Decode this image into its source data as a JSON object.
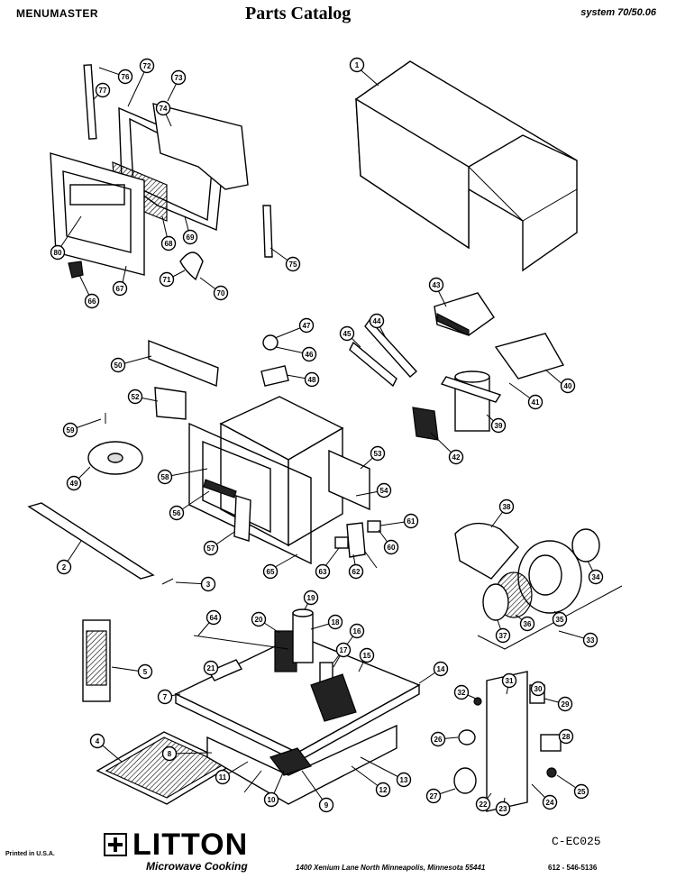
{
  "header": {
    "brand": "MENUMASTER",
    "title": "Parts  Catalog",
    "system": "system  70/50.06"
  },
  "callouts": [
    {
      "id": "76",
      "label": "76"
    },
    {
      "id": "72",
      "label": "72"
    },
    {
      "id": "77",
      "label": "77"
    },
    {
      "id": "73",
      "label": "73"
    },
    {
      "id": "74",
      "label": "74"
    },
    {
      "id": "1",
      "label": "1"
    },
    {
      "id": "80",
      "label": "80"
    },
    {
      "id": "68",
      "label": "68"
    },
    {
      "id": "69",
      "label": "69"
    },
    {
      "id": "75",
      "label": "75"
    },
    {
      "id": "66",
      "label": "66"
    },
    {
      "id": "67",
      "label": "67"
    },
    {
      "id": "71",
      "label": "71"
    },
    {
      "id": "70",
      "label": "70"
    },
    {
      "id": "43",
      "label": "43"
    },
    {
      "id": "47",
      "label": "47"
    },
    {
      "id": "44",
      "label": "44"
    },
    {
      "id": "45",
      "label": "45"
    },
    {
      "id": "46",
      "label": "46"
    },
    {
      "id": "48",
      "label": "48"
    },
    {
      "id": "50",
      "label": "50"
    },
    {
      "id": "40",
      "label": "40"
    },
    {
      "id": "41",
      "label": "41"
    },
    {
      "id": "52",
      "label": "52"
    },
    {
      "id": "39",
      "label": "39"
    },
    {
      "id": "59",
      "label": "59"
    },
    {
      "id": "42",
      "label": "42"
    },
    {
      "id": "53",
      "label": "53"
    },
    {
      "id": "49",
      "label": "49"
    },
    {
      "id": "58",
      "label": "58"
    },
    {
      "id": "54",
      "label": "54"
    },
    {
      "id": "56",
      "label": "56"
    },
    {
      "id": "38",
      "label": "38"
    },
    {
      "id": "61",
      "label": "61"
    },
    {
      "id": "60",
      "label": "60"
    },
    {
      "id": "57",
      "label": "57"
    },
    {
      "id": "65",
      "label": "65"
    },
    {
      "id": "63",
      "label": "63"
    },
    {
      "id": "62",
      "label": "62"
    },
    {
      "id": "2",
      "label": "2"
    },
    {
      "id": "34",
      "label": "34"
    },
    {
      "id": "3",
      "label": "3"
    },
    {
      "id": "37",
      "label": "37"
    },
    {
      "id": "36",
      "label": "36"
    },
    {
      "id": "35",
      "label": "35"
    },
    {
      "id": "33",
      "label": "33"
    },
    {
      "id": "64",
      "label": "64"
    },
    {
      "id": "19",
      "label": "19"
    },
    {
      "id": "20",
      "label": "20"
    },
    {
      "id": "18",
      "label": "18"
    },
    {
      "id": "5",
      "label": "5"
    },
    {
      "id": "16",
      "label": "16"
    },
    {
      "id": "21",
      "label": "21"
    },
    {
      "id": "17",
      "label": "17"
    },
    {
      "id": "15",
      "label": "15"
    },
    {
      "id": "7",
      "label": "7"
    },
    {
      "id": "14",
      "label": "14"
    },
    {
      "id": "31",
      "label": "31"
    },
    {
      "id": "32",
      "label": "32"
    },
    {
      "id": "30",
      "label": "30"
    },
    {
      "id": "29",
      "label": "29"
    },
    {
      "id": "8",
      "label": "8"
    },
    {
      "id": "4",
      "label": "4"
    },
    {
      "id": "26",
      "label": "26"
    },
    {
      "id": "28",
      "label": "28"
    },
    {
      "id": "11",
      "label": "11"
    },
    {
      "id": "13",
      "label": "13"
    },
    {
      "id": "12",
      "label": "12"
    },
    {
      "id": "10",
      "label": "10"
    },
    {
      "id": "9",
      "label": "9"
    },
    {
      "id": "27",
      "label": "27"
    },
    {
      "id": "22",
      "label": "22"
    },
    {
      "id": "23",
      "label": "23"
    },
    {
      "id": "24",
      "label": "24"
    },
    {
      "id": "25",
      "label": "25"
    }
  ],
  "footer": {
    "printed": "Printed in U.S.A.",
    "logo_name": "LITTON",
    "logo_sub": "Microwave Cooking",
    "doc_code": "C-EC025",
    "address": "1400  Xenium Lane North    Minneapolis, Minnesota  55441",
    "phone": "612 - 546-5136"
  }
}
